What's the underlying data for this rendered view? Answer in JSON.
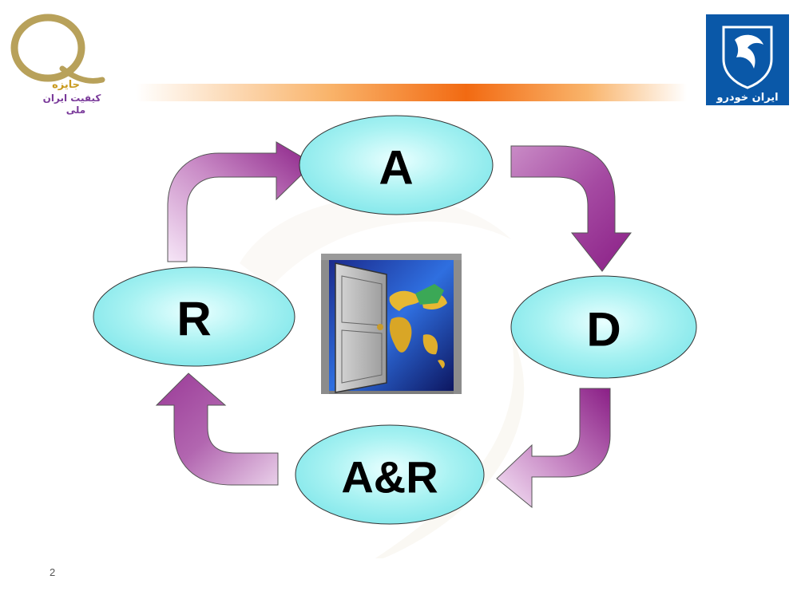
{
  "header": {
    "award_logo": {
      "line1": "جایزه",
      "line2": "کیفیت ایران",
      "line3": "ملی"
    },
    "company_logo": {
      "name": "ایران خودرو"
    }
  },
  "cycle": {
    "nodes": [
      "A",
      "D",
      "A&R",
      "R"
    ]
  },
  "footer": {
    "page_number": "2"
  },
  "colors": {
    "ellipse_fill": "#9ff0f0",
    "arrow_dark": "#8a1f86",
    "arrow_light": "#f6e6f7",
    "header_bar": "#f07a10",
    "company_logo_bg": "#0a58a8"
  }
}
